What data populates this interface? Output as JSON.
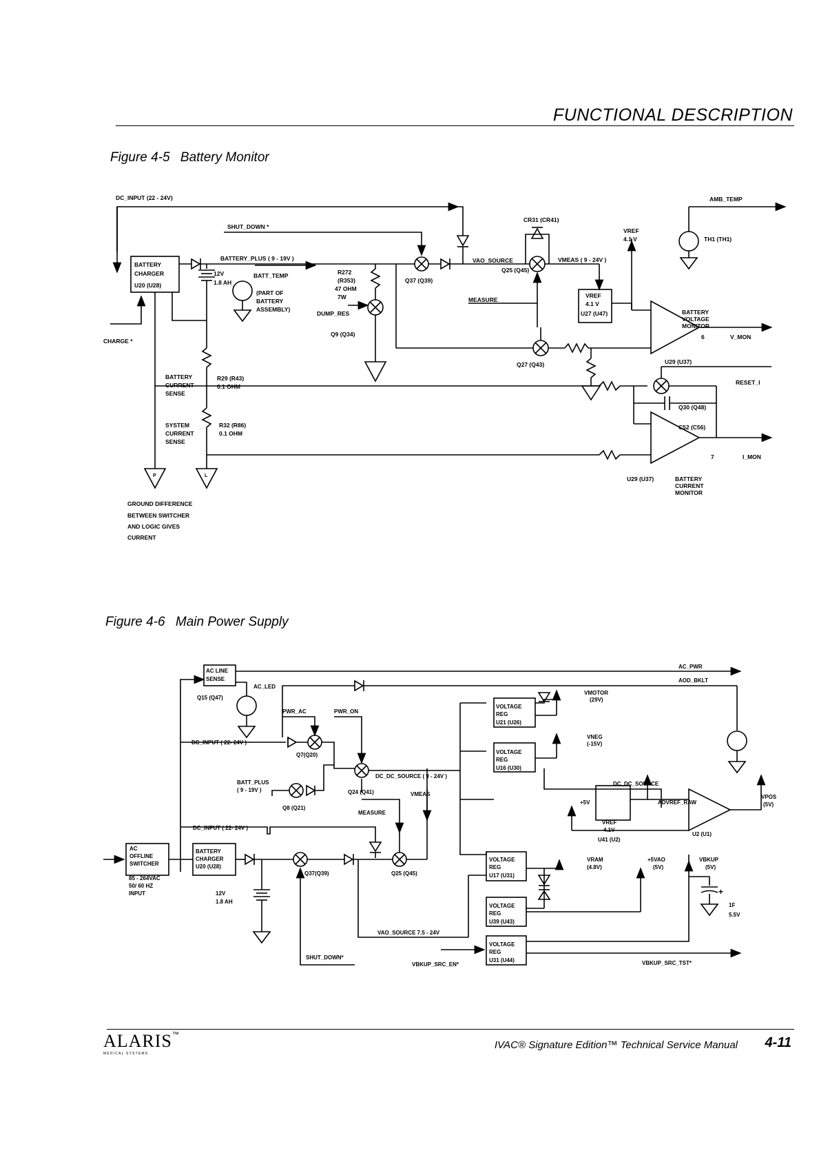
{
  "header": {
    "section_title": "FUNCTIONAL DESCRIPTION"
  },
  "figure45": {
    "number": "Figure 4-5",
    "title": "Battery Monitor",
    "labels": {
      "dc_input": "DC_INPUT (22 - 24V)",
      "shut_down": "SHUT_DOWN *",
      "battery_plus": "BATTERY_PLUS   ( 9 - 19V )",
      "batt_temp": "BATT_TEMP",
      "charger_l1": "BATTERY",
      "charger_l2": "CHARGER",
      "charger_l3": "U20 (U28)",
      "charge": "CHARGE *",
      "cell_v": "12V",
      "cell_ah": "1.8 AH",
      "part_of_1": "(PART OF",
      "part_of_2": "BATTERY",
      "part_of_3": "ASSEMBLY)",
      "r272_1": "R272",
      "r272_2": "(R353)",
      "r272_3": "47 OHM",
      "r272_4": "7W",
      "dump_res": "DUMP_RES",
      "q9": "Q9 (Q34)",
      "q37": "Q37 (Q39)",
      "vao_source": "VAO_SOURCE",
      "cr31": "CR31 (CR41)",
      "vmeas": "VMEAS ( 9 - 24V )",
      "q25": "Q25 (Q45)",
      "measure": "MEASURE",
      "vref_top_1": "VREF",
      "vref_top_2": "4.1 V",
      "vref_box_1": "VREF",
      "vref_box_2": "4.1 V",
      "vref_box_3": "U27 (U47)",
      "amb_temp": "AMB_TEMP",
      "th1": "TH1 (TH1)",
      "bvm_1": "BATTERY",
      "bvm_2": "VOLTAGE",
      "bvm_3": "MONITOR",
      "v_mon": "V_MON",
      "pin6": "6",
      "u29a": "U29 (U37)",
      "q27": "Q27 (Q43)",
      "bcs_1": "BATTERY",
      "bcs_2": "CURRENT",
      "bcs_3": "SENSE",
      "r29_1": "R29 (R43)",
      "r29_2": "0.1 OHM",
      "scs_1": "SYSTEM",
      "scs_2": "CURRENT",
      "scs_3": "SENSE",
      "r32_1": "R32 (R86)",
      "r32_2": "0.1 OHM",
      "reset_i": "RESET_I",
      "q30": "Q30 (Q48)",
      "c52": "C52 (C56)",
      "pin7": "7",
      "i_mon": "I_MON",
      "u29b": "U29 (U37)",
      "bcm_1": "BATTERY",
      "bcm_2": "CURRENT",
      "bcm_3": "MONITOR",
      "gnd_1": "GROUND DIFFERENCE",
      "gnd_2": "BETWEEN SWITCHER",
      "gnd_3": "AND LOGIC GIVES",
      "gnd_4": "CURRENT",
      "gnd_p": "P",
      "gnd_l": "L"
    }
  },
  "figure46": {
    "number": "Figure 4-6",
    "title": "Main Power Supply",
    "labels": {
      "ac_line_1": "AC LINE",
      "ac_line_2": "SENSE",
      "q15": "Q15 (Q47)",
      "ac_led": "AC_LED",
      "ac_pwr": "AC_PWR",
      "aod_bklt": "AOD_BKLT",
      "pwr_ac": "PWR_AC",
      "pwr_on": "PWR_ON",
      "vr21_1": "VOLTAGE",
      "vr21_2": "REG",
      "vr21_3": "U21 (U26)",
      "vmotor_1": "VMOTOR",
      "vmotor_2": "(29V)",
      "dc_input_a": "DC_INPUT ( 22- 24V )",
      "q7": "Q7(Q20)",
      "dc_dc_source": "DC_DC_SOURCE ( 9 - 24V )",
      "vr16_1": "VOLTAGE",
      "vr16_2": "REG",
      "vr16_3": "U16 (U30)",
      "vneg_1": "VNEG",
      "vneg_2": "(-15V)",
      "dc_dc_source_b": "DC_DC_SOURCE",
      "batt_plus_1": "BATT_PLUS",
      "batt_plus_2": "( 9 - 19V )",
      "q24": "Q24 (Q41)",
      "vmeas": "VMEAS",
      "q8": "Q8 (Q21)",
      "measure": "MEASURE",
      "p5v": "+5V",
      "advref_raw": "ADVREF_RAW",
      "vpos_1": "VPOS",
      "vpos_2": "(5V)",
      "dc_input_b": "DC_INPUT ( 22- 24V )",
      "vref_1": "VREF",
      "vref_2": "4.1V",
      "vref_3": "U41 (U2)",
      "u2": "U2 (U1)",
      "ac_sw_1": "AC",
      "ac_sw_2": "OFFLINE",
      "ac_sw_3": "SWITCHER",
      "ac_in_1": "85 - 264VAC",
      "ac_in_2": "50/ 60 HZ",
      "ac_in_3": "INPUT",
      "bc_1": "BATTERY",
      "bc_2": "CHARGER",
      "bc_3": "U20 (U28)",
      "q37": "Q37(Q39)",
      "q25": "Q25 (Q45)",
      "vr17_1": "VOLTAGE",
      "vr17_2": "REG",
      "vr17_3": "U17 (U31)",
      "vram_1": "VRAM",
      "vram_2": "(4.8V)",
      "vao_1": "+5VAO",
      "vao_2": "(5V)",
      "vbkup_1": "VBKUP",
      "vbkup_2": "(5V)",
      "cell_v": "12V",
      "cell_ah": "1.8 AH",
      "vr39_1": "VOLTAGE",
      "vr39_2": "REG",
      "vr39_3": "U39 (U43)",
      "cap_plus": "+",
      "cap_1": "1F",
      "cap_2": "5.5V",
      "vao_source": "VAO_SOURCE 7.5 - 24V",
      "vr31_1": "VOLTAGE",
      "vr31_2": "REG",
      "vr31_3": "U31 (U44)",
      "shut_down": "SHUT_DOWN*",
      "vbkup_en": "VBKUP_SRC_EN*",
      "vbkup_tst": "VBKUP_SRC_TST*"
    }
  },
  "footer": {
    "logo": "ALARIS",
    "logo_tm": "™",
    "logo_sub": "MEDICAL SYSTEMS",
    "manual": "IVAC® Signature Edition™ Technical Service Manual",
    "page": "4-11"
  }
}
